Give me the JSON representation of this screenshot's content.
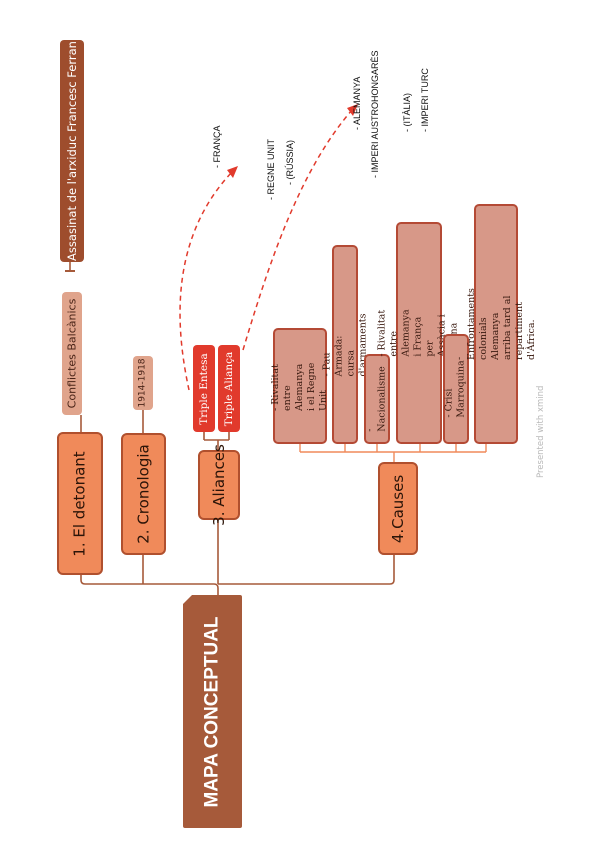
{
  "title": "MAPA CONCEPTUAL",
  "branches": {
    "detonant": {
      "label": "1. El detonant",
      "subs": [
        "Conflictes Balcànics",
        "Assasinat de l'arxiduc Francesc Ferran"
      ]
    },
    "cronologia": {
      "label": "2. Cronologia",
      "subs": [
        "1914-1918"
      ]
    },
    "aliances": {
      "label": "3. Aliances",
      "subs": [
        "Triple Entesa",
        "Triple Aliança"
      ]
    },
    "causes": {
      "label": "4.Causes",
      "items": [
        "- Rivalitat entre Alemanya i el Regne Unit",
        "- Pau Armada: cursa d'armaments",
        "- Nacionalisme",
        "- Rivalitat entre Alemanya i França per Assàcia i Lorena",
        "- Crisi Marroquina",
        "- Enfrontaments colonials Alemanya arriba tard al repartiment d'Àfrica."
      ]
    }
  },
  "entesa_members": [
    "- FRANÇA",
    "- REGNE UNIT",
    "- (RÚSSIA)"
  ],
  "alianca_members": [
    "- ALEMANYA",
    "- IMPERI AUSTROHONGARÈS",
    "- (ITÀLIA)",
    "- IMPERI TURC"
  ],
  "footer": "Presented with xmind",
  "colors": {
    "main": "#a65a3a",
    "branch": "#f08a5a",
    "line": "#a65a3a",
    "red": "#e13a2c"
  }
}
